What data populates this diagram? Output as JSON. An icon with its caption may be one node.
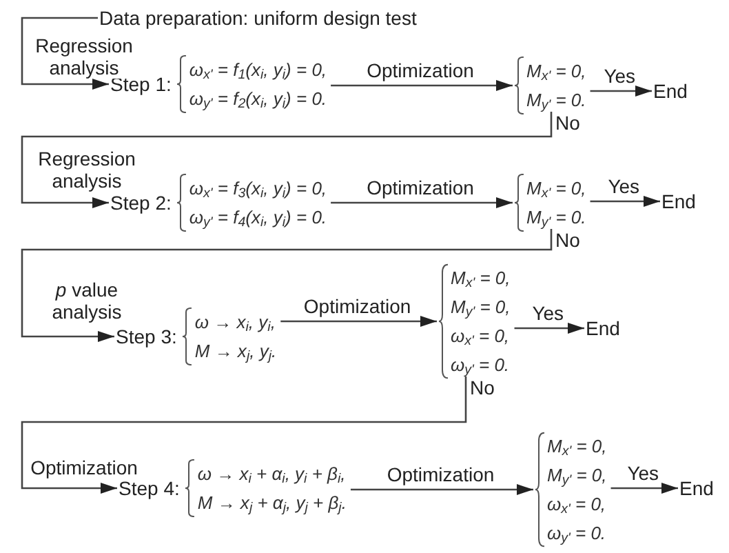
{
  "diagram": {
    "nodes": [
      {
        "text": [
          "Data preparation: uniform design test"
        ]
      },
      {
        "text": [
          "Step 1:",
          "ω$_{x'}$ = f$_{1}$(x$_{i}$, y$_{i}$) = 0,",
          "ω$_{y'}$ = f$_{2}$(x$_{i}$, y$_{i}$) = 0."
        ]
      },
      {
        "text": [
          "M$_{x'}$ = 0,",
          "M$_{y'}$ = 0."
        ]
      },
      {
        "text": [
          "End"
        ]
      },
      {
        "text": [
          "Step 2:",
          "ω$_{x'}$ = f$_{3}$(x$_{i}$, y$_{i}$) = 0,",
          "ω$_{y'}$ = f$_{4}$(x$_{i}$, y$_{i}$) = 0."
        ]
      },
      {
        "text": [
          "M$_{x'}$ = 0,",
          "M$_{y'}$ = 0."
        ]
      },
      {
        "text": [
          "End"
        ]
      },
      {
        "text": [
          "Step 3:",
          "ω → x$_{i}$, y$_{i}$,",
          "M → x$_{j}$, y$_{j}$."
        ]
      },
      {
        "text": [
          "M$_{x'}$ = 0,",
          "M$_{y'}$ = 0,",
          "ω$_{x'}$ = 0,",
          "ω$_{y'}$ = 0."
        ]
      },
      {
        "text": [
          "End"
        ]
      },
      {
        "text": [
          "Step 4:",
          "ω → x$_{i}$ + α$_{i}$, y$_{i}$ + β$_{i}$,",
          "M → x$_{j}$ + α$_{j}$, y$_{j}$ + β$_{j}$."
        ]
      },
      {
        "text": [
          "M$_{x'}$ = 0,",
          "M$_{y'}$ = 0,",
          "ω$_{x'}$ = 0,",
          "ω$_{y'}$ = 0."
        ]
      },
      {
        "text": [
          "End"
        ]
      }
    ],
    "edges": [
      {
        "from": 0,
        "to": 1,
        "arrow": "to",
        "label": "Regression analysis"
      },
      {
        "from": 1,
        "to": 2,
        "arrow": "to",
        "label": "Optimization"
      },
      {
        "from": 2,
        "to": 3,
        "arrow": "to",
        "label": "Yes"
      },
      {
        "from": 2,
        "to": 4,
        "arrow": "to",
        "label": "No"
      },
      {
        "from": 4,
        "to": 5,
        "arrow": "to",
        "label": "Optimization"
      },
      {
        "from": 5,
        "to": 6,
        "arrow": "to",
        "label": "Yes"
      },
      {
        "from": 5,
        "to": 7,
        "arrow": "to",
        "label": "No"
      },
      {
        "from": 7,
        "to": 8,
        "arrow": "to",
        "label": "Optimization"
      },
      {
        "from": 8,
        "to": 9,
        "arrow": "to",
        "label": "Yes"
      },
      {
        "from": 8,
        "to": 10,
        "arrow": "to",
        "label": "No"
      },
      {
        "from": 10,
        "to": 11,
        "arrow": "to",
        "label": "Optimization"
      },
      {
        "from": 11,
        "to": 12,
        "arrow": "to",
        "label": "Yes"
      }
    ],
    "labels": [
      "Regression analysis",
      "*p* value analysis",
      "Optimization"
    ]
  }
}
